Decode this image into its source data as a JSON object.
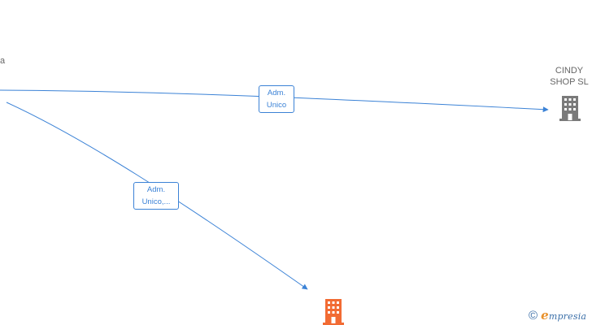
{
  "nodes": {
    "source": {
      "label": "a",
      "type": "person"
    },
    "cindy_shop": {
      "label": "CINDY\nSHOP  SL",
      "type": "company",
      "color": "#7a7a7a"
    },
    "target_company": {
      "label": "",
      "type": "company",
      "color": "#f26b33"
    }
  },
  "edges": [
    {
      "from": "source",
      "to": "cindy_shop",
      "label_line1": "Adm.",
      "label_line2": "Unico"
    },
    {
      "from": "source",
      "to": "target_company",
      "label_line1": "Adm.",
      "label_line2": "Unico,..."
    }
  ],
  "colors": {
    "edge": "#3b82d6",
    "company_gray": "#7a7a7a",
    "company_orange": "#f26b33"
  },
  "footer": {
    "copyright_symbol": "©",
    "brand_initial": "e",
    "brand_rest": "mpresia"
  }
}
